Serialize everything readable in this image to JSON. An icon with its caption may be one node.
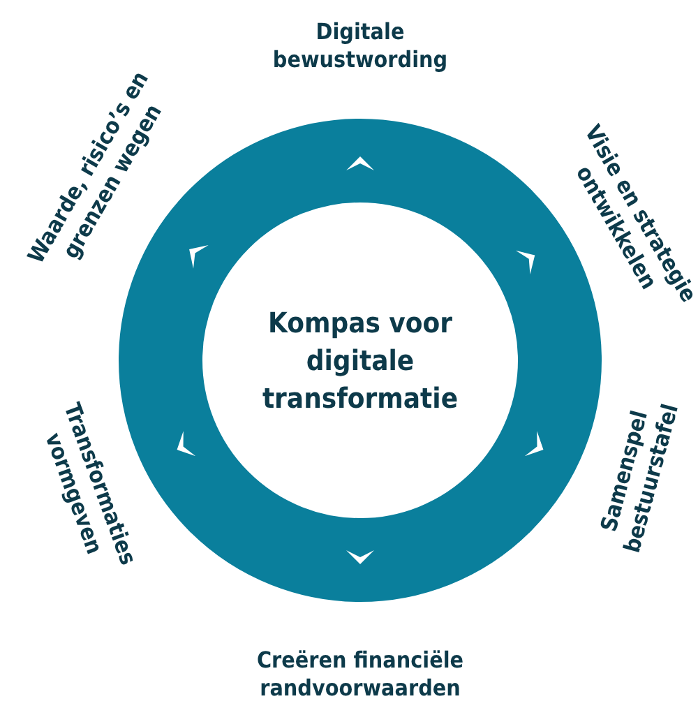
{
  "diagram": {
    "nodes": [
      {
        "text": [
          "Kompas voor digitale transformatie"
        ]
      }
    ],
    "labels": [
      "Digitale bewustwording",
      "Visie en strategie ontwikkelen",
      "Samenspel bestuurstafel",
      "Creëren financiële randvoorwaarden",
      "Transformaties vormgeven",
      "Waarde, risico’s en grenzen wegen"
    ]
  }
}
